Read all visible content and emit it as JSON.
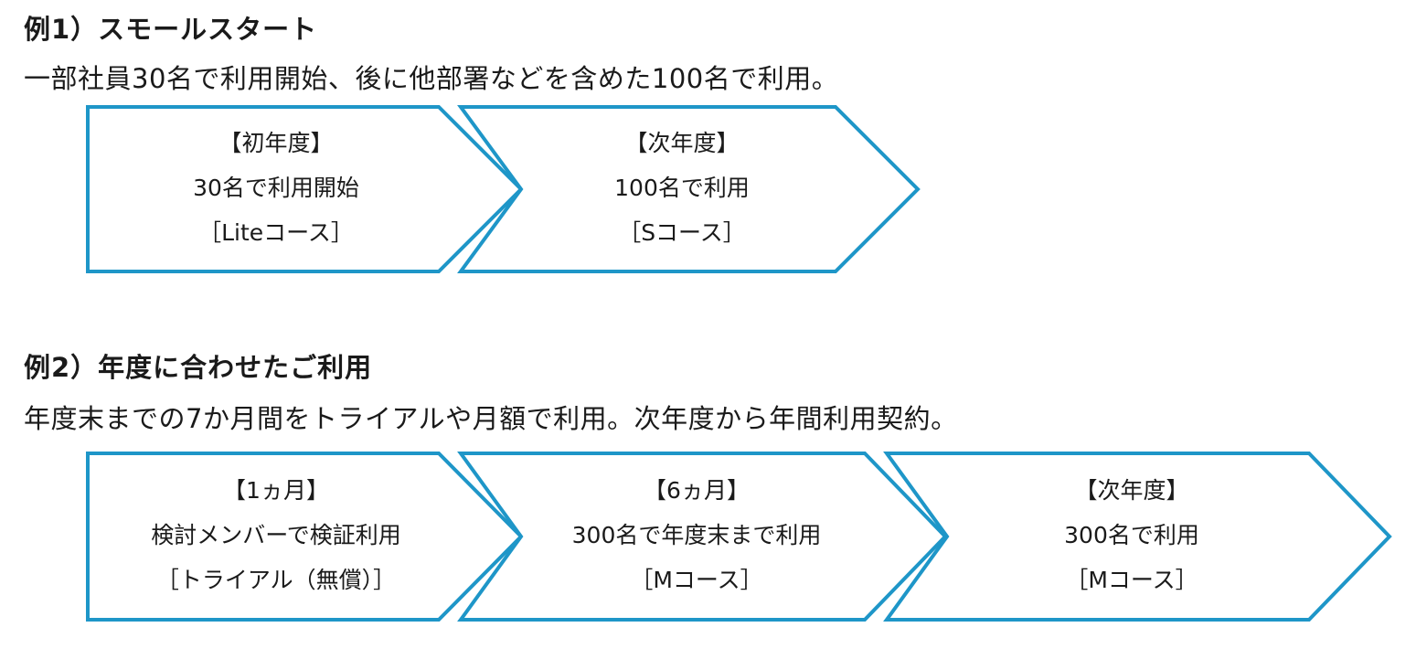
{
  "colors": {
    "arrow_stroke": "#1e96c8",
    "text": "#1a1a1a",
    "background": "#ffffff"
  },
  "example1": {
    "heading": "例1）スモールスタート",
    "description": "一部社員30名で利用開始、後に他部署などを含めた100名で利用。",
    "steps": [
      {
        "period": "【初年度】",
        "detail": "30名で利用開始",
        "plan": "［Liteコース］"
      },
      {
        "period": "【次年度】",
        "detail": "100名で利用",
        "plan": "［Sコース］"
      }
    ]
  },
  "example2": {
    "heading": "例2）年度に合わせたご利用",
    "description": "年度末までの7か月間をトライアルや月額で利用。次年度から年間利用契約。",
    "steps": [
      {
        "period": "【1ヵ月】",
        "detail": "検討メンバーで検証利用",
        "plan": "［トライアル（無償）］"
      },
      {
        "period": "【6ヵ月】",
        "detail": "300名で年度末まで利用",
        "plan": "［Mコース］"
      },
      {
        "period": "【次年度】",
        "detail": "300名で利用",
        "plan": "［Mコース］"
      }
    ]
  }
}
